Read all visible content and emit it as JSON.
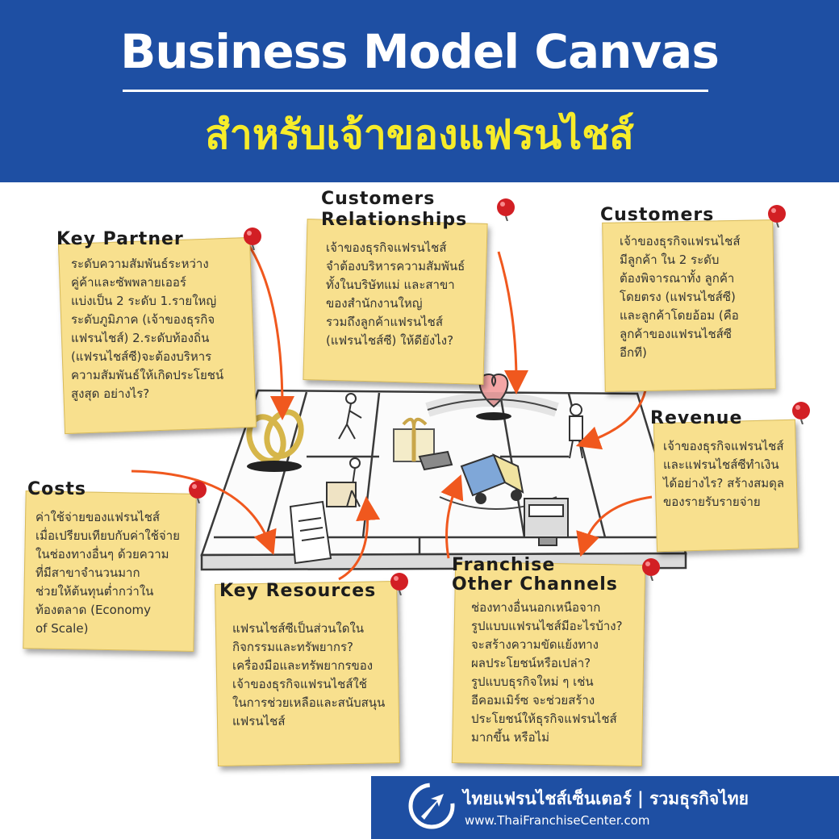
{
  "header": {
    "title": "Business Model Canvas",
    "subtitle": "สำหรับเจ้าของแฟรนไชส์"
  },
  "notes": {
    "key_partner": {
      "heading": "Key   Partner",
      "body": "ระดับความสัมพันธ์ระหว่าง\nคู่ค้าและซัพพลายเออร์\nแบ่งเป็น 2 ระดับ 1.รายใหญ่\nระดับภูมิภาค (เจ้าของธุรกิจ\nแฟรนไชส์) 2.ระดับท้องถิ่น\n(แฟรนไชส์ซี)จะต้องบริหาร\nความสัมพันธ์ให้เกิดประโยชน์\nสูงสุด อย่างไร?"
    },
    "customers_relationships": {
      "heading_line1": "Customers",
      "heading_line2": "Relationships",
      "body": "เจ้าของธุรกิจแฟรนไชส์\nจำต้องบริหารความสัมพันธ์\nทั้งในบริษัทแม่ และสาขา\nของสำนักงานใหญ่\nรวมถึงลูกค้าแฟรนไชส์\n(แฟรนไชส์ซี) ให้ดียังไง?"
    },
    "customers": {
      "heading": "Customers",
      "body": "เจ้าของธุรกิจแฟรนไชส์\nมีลูกค้า ใน 2 ระดับ\nต้องพิจารณาทั้ง ลูกค้า\nโดยตรง (แฟรนไชส์ซี)\nและลูกค้าโดยอ้อม (คือ\nลูกค้าของแฟรนไชส์ซี\nอีกที)"
    },
    "revenue": {
      "heading": "Revenue",
      "body": "เจ้าของธุรกิจแฟรนไชส์\nและแฟรนไชส์ซีทำเงิน\nได้อย่างไร? สร้างสมดุล\nของรายรับรายจ่าย"
    },
    "costs": {
      "heading": "Costs",
      "body": "ค่าใช้จ่ายของแฟรนไชส์\nเมื่อเปรียบเทียบกับค่าใช้จ่าย\nในช่องทางอื่นๆ ด้วยความ\nที่มีสาขาจำนวนมาก\nช่วยให้ต้นทุนต่ำกว่าใน\nท้องตลาด (Economy\nof Scale)"
    },
    "key_resources": {
      "heading": "Key   Resources",
      "body": "แฟรนไชส์ซีเป็นส่วนใดใน\nกิจกรรมและทรัพยากร?\nเครื่องมือและทรัพยากรของ\nเจ้าของธุรกิจแฟรนไชส์ใช้\nในการช่วยเหลือและสนับสนุน\nแฟรนไชส์"
    },
    "franchise_channels": {
      "heading_line1": "Franchise",
      "heading_line2": "Other  Channels",
      "body": "ช่องทางอื่นนอกเหนือจาก\nรูปแบบแฟรนไชส์มีอะไรบ้าง?\nจะสร้างความขัดแย้งทาง\nผลประโยชน์หรือเปล่า?\nรูปแบบธุรกิจใหม่ ๆ เช่น\nอีคอมเมิร์ซ จะช่วยสร้าง\nประโยชน์ให้ธุรกิจแฟรนไชส์\nมากขึ้น หรือไม่"
    }
  },
  "footer": {
    "brand": "ไทยแฟรนไชส์เซ็นเตอร์ | รวมธุรกิจไทย",
    "url": "www.ThaiFranchiseCenter.com"
  },
  "colors": {
    "header_blue": "#1e4fa3",
    "subtitle_yellow": "#f7ec2a",
    "note_yellow": "#f8e08e",
    "arrow_orange": "#f0581e",
    "pin_red": "#d21f24"
  },
  "icons": [
    "pushpin-icon",
    "rings-icon",
    "worker-icon",
    "gift-box-icon",
    "truck-icon",
    "heart-icon",
    "person-icon",
    "document-icon",
    "cash-register-icon",
    "laptop-icon",
    "arrow-logo-icon"
  ]
}
